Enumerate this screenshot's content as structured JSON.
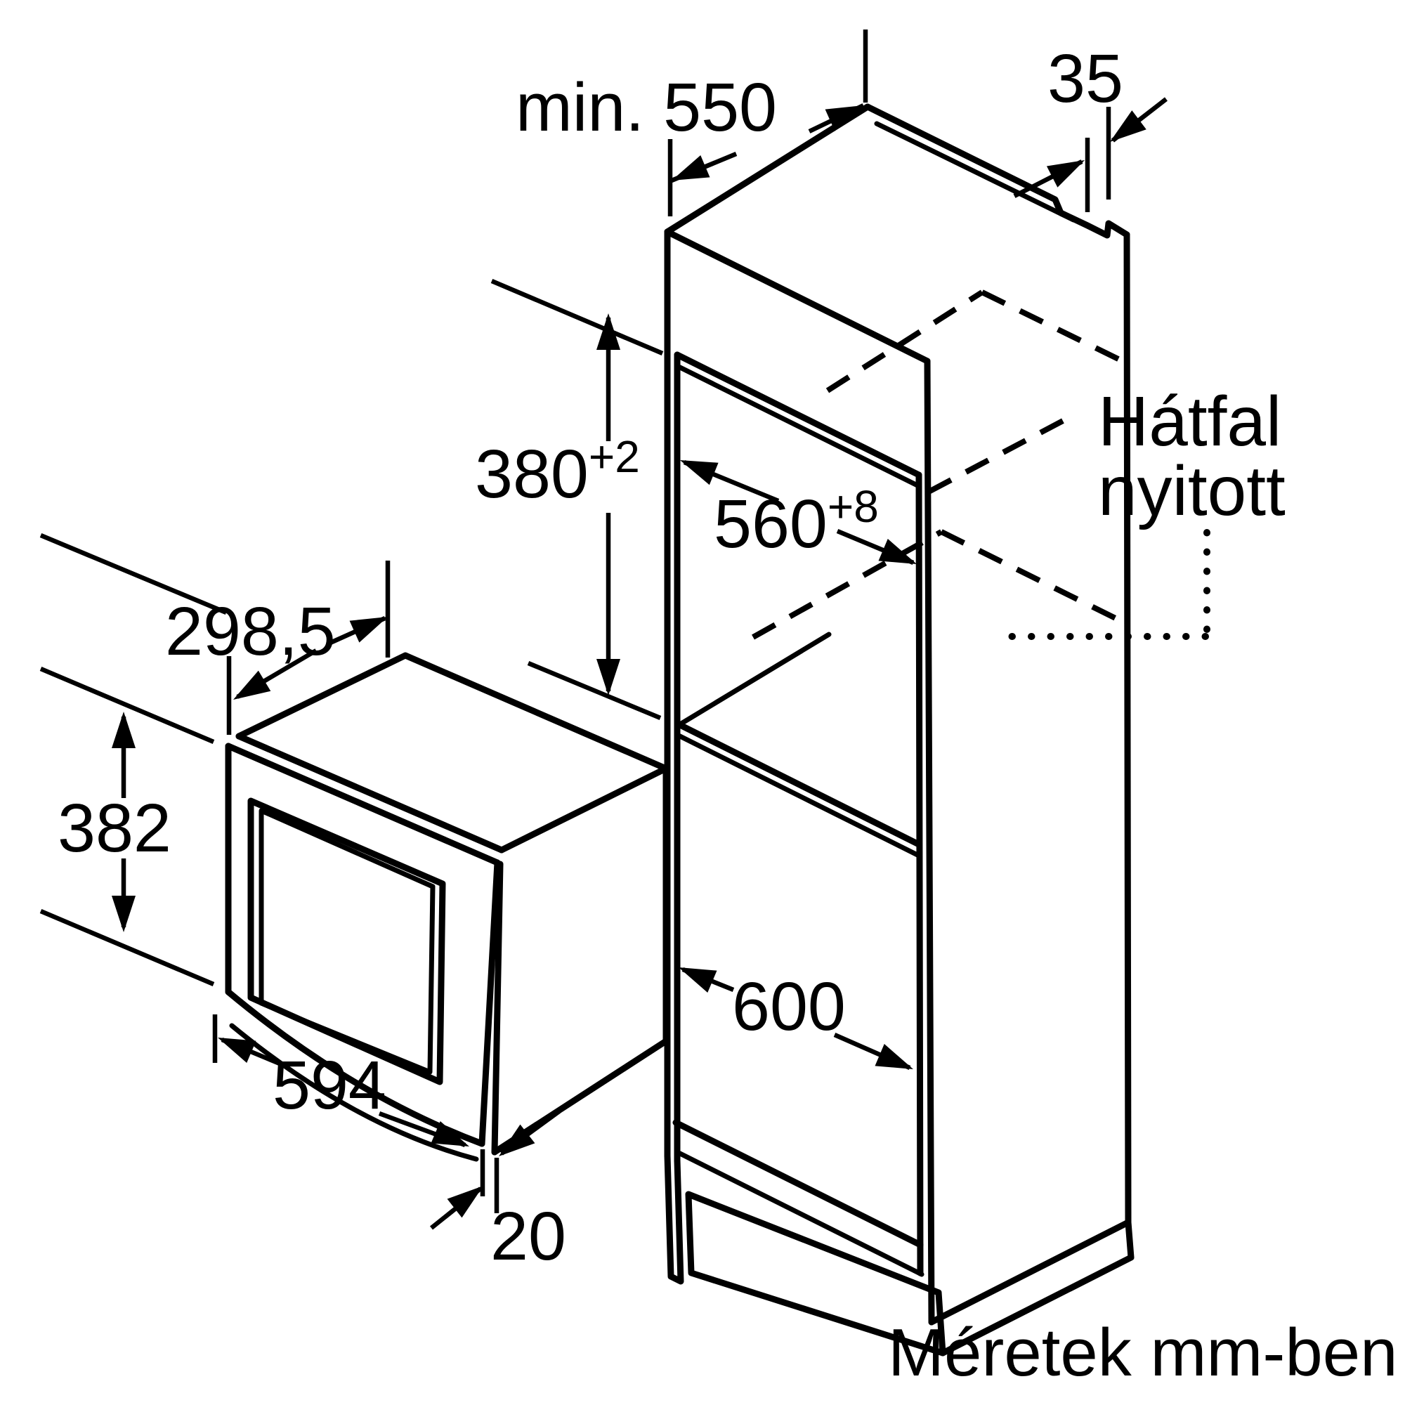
{
  "diagram": {
    "unit_note": "Méretek mm-ben",
    "back_panel_note": {
      "line1": "Hátfal",
      "line2": "nyitott"
    },
    "dimensions": {
      "cabinet_depth_min": "min. 550",
      "rear_top_gap": "35",
      "niche_height": "380",
      "niche_height_tolerance": "+2",
      "niche_width": "560",
      "niche_width_tolerance": "+8",
      "appliance_top_depth": "298,5",
      "appliance_height": "382",
      "appliance_width": "594",
      "door_front_gap": "20",
      "lower_compartment_width": "600"
    },
    "colors": {
      "line": "#000000",
      "background": "#ffffff"
    }
  }
}
